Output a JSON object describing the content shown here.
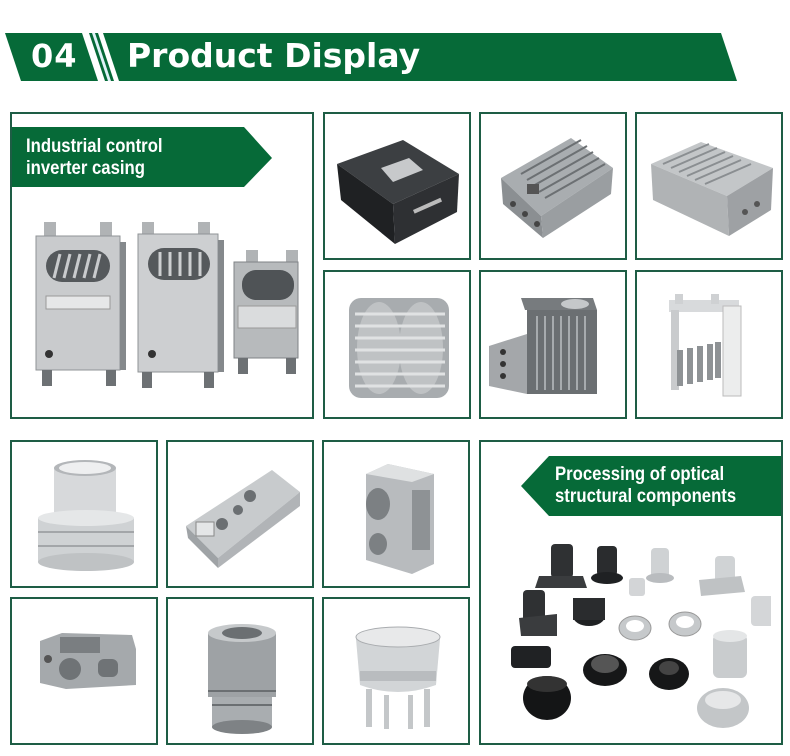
{
  "header": {
    "number": "04",
    "title": "Product Display",
    "color": "#066a38"
  },
  "sections": {
    "inverter": {
      "label_line1": "Industrial control",
      "label_line2": "inverter casing"
    },
    "optical": {
      "label_line1": "Processing of optical",
      "label_line2": "structural components"
    }
  },
  "products": [
    {
      "name": "black inverter housing"
    },
    {
      "name": "die-cast finned enclosure"
    },
    {
      "name": "grey finned enclosure"
    },
    {
      "name": "cylinder-head heat sink"
    },
    {
      "name": "heat sink box with fins"
    },
    {
      "name": "inverter frame"
    },
    {
      "name": "turned ring sleeve"
    },
    {
      "name": "machined bracket block"
    },
    {
      "name": "machined valve body"
    },
    {
      "name": "camera frame part"
    },
    {
      "name": "stepped cylinder"
    },
    {
      "name": "dome with legs"
    }
  ],
  "colors": {
    "brand_green": "#066a38",
    "box_border": "#1e5d45",
    "metal_light": "#d4d6d8",
    "metal_mid": "#a4a8ab",
    "metal_dark": "#5f6366",
    "black_part": "#2a2c2e"
  }
}
